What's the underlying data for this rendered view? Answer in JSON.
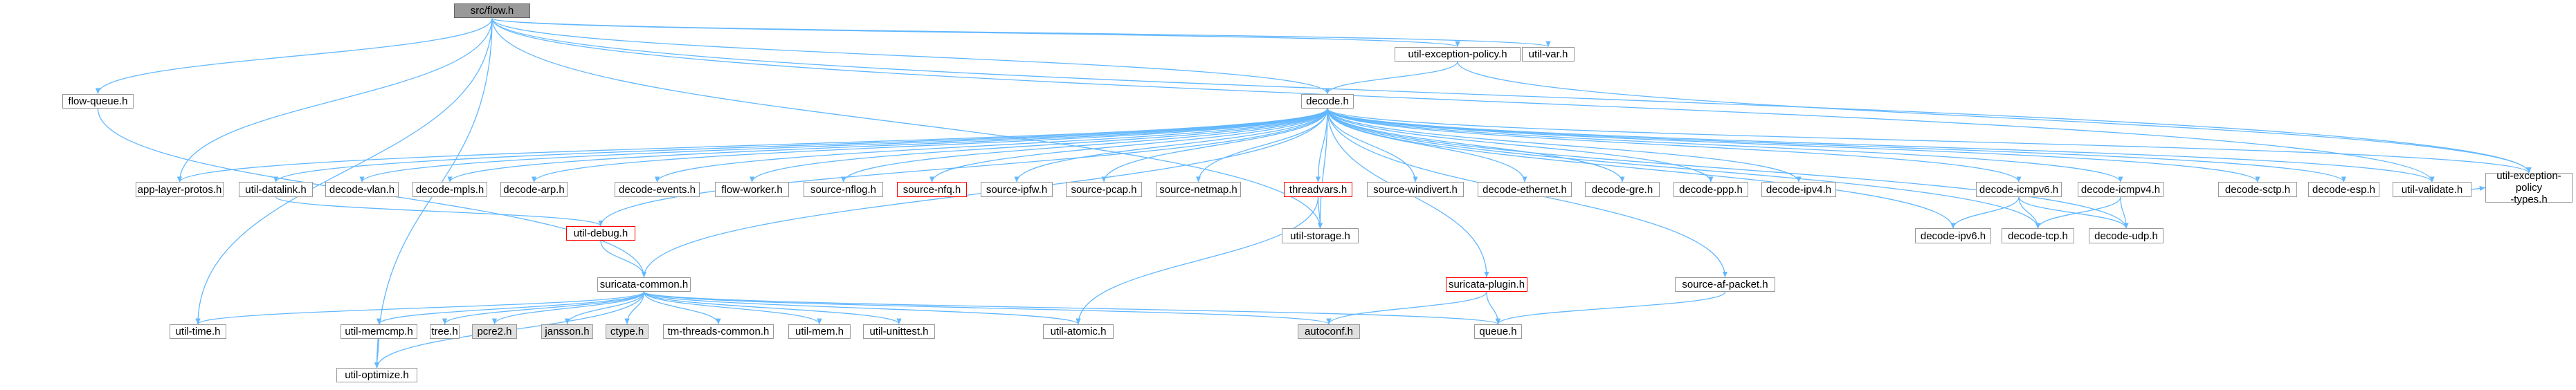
{
  "colors": {
    "edge": "#63b8ff",
    "node_border": "#999999",
    "external_fill": "#e0e0e0",
    "incomplete_border": "#ff0000",
    "focus_fill": "#999999"
  },
  "nodes": [
    {
      "id": "src_flow",
      "label": "src/flow.h",
      "kind": "focus"
    },
    {
      "id": "util_exception_policy",
      "label": "util-exception-policy.h",
      "kind": "normal"
    },
    {
      "id": "util_var",
      "label": "util-var.h",
      "kind": "normal"
    },
    {
      "id": "flow_queue",
      "label": "flow-queue.h",
      "kind": "normal"
    },
    {
      "id": "decode",
      "label": "decode.h",
      "kind": "normal"
    },
    {
      "id": "app_layer_protos",
      "label": "app-layer-protos.h",
      "kind": "normal"
    },
    {
      "id": "util_datalink",
      "label": "util-datalink.h",
      "kind": "normal"
    },
    {
      "id": "decode_vlan",
      "label": "decode-vlan.h",
      "kind": "normal"
    },
    {
      "id": "decode_mpls",
      "label": "decode-mpls.h",
      "kind": "normal"
    },
    {
      "id": "decode_arp",
      "label": "decode-arp.h",
      "kind": "normal"
    },
    {
      "id": "decode_events",
      "label": "decode-events.h",
      "kind": "normal"
    },
    {
      "id": "flow_worker",
      "label": "flow-worker.h",
      "kind": "normal"
    },
    {
      "id": "source_nflog",
      "label": "source-nflog.h",
      "kind": "normal"
    },
    {
      "id": "source_nfq",
      "label": "source-nfq.h",
      "kind": "incomplete"
    },
    {
      "id": "source_ipfw",
      "label": "source-ipfw.h",
      "kind": "normal"
    },
    {
      "id": "source_pcap",
      "label": "source-pcap.h",
      "kind": "normal"
    },
    {
      "id": "source_netmap",
      "label": "source-netmap.h",
      "kind": "normal"
    },
    {
      "id": "threadvars",
      "label": "threadvars.h",
      "kind": "incomplete"
    },
    {
      "id": "source_windivert",
      "label": "source-windivert.h",
      "kind": "normal"
    },
    {
      "id": "decode_ethernet",
      "label": "decode-ethernet.h",
      "kind": "normal"
    },
    {
      "id": "decode_gre",
      "label": "decode-gre.h",
      "kind": "normal"
    },
    {
      "id": "decode_ppp",
      "label": "decode-ppp.h",
      "kind": "normal"
    },
    {
      "id": "decode_ipv4",
      "label": "decode-ipv4.h",
      "kind": "normal"
    },
    {
      "id": "decode_icmpv6",
      "label": "decode-icmpv6.h",
      "kind": "normal"
    },
    {
      "id": "decode_icmpv4",
      "label": "decode-icmpv4.h",
      "kind": "normal"
    },
    {
      "id": "decode_sctp",
      "label": "decode-sctp.h",
      "kind": "normal"
    },
    {
      "id": "decode_esp",
      "label": "decode-esp.h",
      "kind": "normal"
    },
    {
      "id": "util_validate",
      "label": "util-validate.h",
      "kind": "normal"
    },
    {
      "id": "util_exception_policy_types",
      "label": "util-exception-policy\n-types.h",
      "kind": "normal"
    },
    {
      "id": "util_debug",
      "label": "util-debug.h",
      "kind": "incomplete"
    },
    {
      "id": "util_storage",
      "label": "util-storage.h",
      "kind": "normal"
    },
    {
      "id": "decode_ipv6",
      "label": "decode-ipv6.h",
      "kind": "normal"
    },
    {
      "id": "decode_tcp",
      "label": "decode-tcp.h",
      "kind": "normal"
    },
    {
      "id": "decode_udp",
      "label": "decode-udp.h",
      "kind": "normal"
    },
    {
      "id": "suricata_common",
      "label": "suricata-common.h",
      "kind": "normal"
    },
    {
      "id": "suricata_plugin",
      "label": "suricata-plugin.h",
      "kind": "incomplete"
    },
    {
      "id": "source_af_packet",
      "label": "source-af-packet.h",
      "kind": "normal"
    },
    {
      "id": "util_time",
      "label": "util-time.h",
      "kind": "normal"
    },
    {
      "id": "util_memcmp",
      "label": "util-memcmp.h",
      "kind": "normal"
    },
    {
      "id": "tree",
      "label": "tree.h",
      "kind": "normal"
    },
    {
      "id": "pcre2",
      "label": "pcre2.h",
      "kind": "external"
    },
    {
      "id": "jansson",
      "label": "jansson.h",
      "kind": "external"
    },
    {
      "id": "ctype",
      "label": "ctype.h",
      "kind": "external"
    },
    {
      "id": "tm_threads_common",
      "label": "tm-threads-common.h",
      "kind": "normal"
    },
    {
      "id": "util_mem",
      "label": "util-mem.h",
      "kind": "normal"
    },
    {
      "id": "util_unittest",
      "label": "util-unittest.h",
      "kind": "normal"
    },
    {
      "id": "util_atomic",
      "label": "util-atomic.h",
      "kind": "normal"
    },
    {
      "id": "autoconf",
      "label": "autoconf.h",
      "kind": "external"
    },
    {
      "id": "queue",
      "label": "queue.h",
      "kind": "normal"
    },
    {
      "id": "util_optimize",
      "label": "util-optimize.h",
      "kind": "normal"
    }
  ],
  "edges": [
    [
      "src_flow",
      "util_exception_policy"
    ],
    [
      "src_flow",
      "util_var"
    ],
    [
      "src_flow",
      "flow_queue"
    ],
    [
      "src_flow",
      "decode"
    ],
    [
      "src_flow",
      "app_layer_protos"
    ],
    [
      "src_flow",
      "util_storage"
    ],
    [
      "src_flow",
      "util_time"
    ],
    [
      "src_flow",
      "util_optimize"
    ],
    [
      "src_flow",
      "util_exception_policy_types"
    ],
    [
      "src_flow",
      "util_validate"
    ],
    [
      "util_exception_policy",
      "decode"
    ],
    [
      "util_exception_policy",
      "util_exception_policy_types"
    ],
    [
      "flow_queue",
      "suricata_common"
    ],
    [
      "decode",
      "app_layer_protos"
    ],
    [
      "decode",
      "util_datalink"
    ],
    [
      "decode",
      "decode_vlan"
    ],
    [
      "decode",
      "decode_mpls"
    ],
    [
      "decode",
      "decode_arp"
    ],
    [
      "decode",
      "decode_events"
    ],
    [
      "decode",
      "flow_worker"
    ],
    [
      "decode",
      "source_nflog"
    ],
    [
      "decode",
      "source_nfq"
    ],
    [
      "decode",
      "source_ipfw"
    ],
    [
      "decode",
      "source_pcap"
    ],
    [
      "decode",
      "source_netmap"
    ],
    [
      "decode",
      "threadvars"
    ],
    [
      "decode",
      "source_windivert"
    ],
    [
      "decode",
      "decode_ethernet"
    ],
    [
      "decode",
      "decode_gre"
    ],
    [
      "decode",
      "decode_ppp"
    ],
    [
      "decode",
      "decode_ipv4"
    ],
    [
      "decode",
      "decode_icmpv6"
    ],
    [
      "decode",
      "decode_icmpv4"
    ],
    [
      "decode",
      "decode_sctp"
    ],
    [
      "decode",
      "decode_esp"
    ],
    [
      "decode",
      "util_validate"
    ],
    [
      "decode",
      "util_exception_policy_types"
    ],
    [
      "decode",
      "util_debug"
    ],
    [
      "decode",
      "util_storage"
    ],
    [
      "decode",
      "decode_ipv6"
    ],
    [
      "decode",
      "decode_tcp"
    ],
    [
      "decode",
      "decode_udp"
    ],
    [
      "decode",
      "suricata_common"
    ],
    [
      "decode",
      "suricata_plugin"
    ],
    [
      "decode",
      "source_af_packet"
    ],
    [
      "util_datalink",
      "util_debug"
    ],
    [
      "threadvars",
      "util_storage"
    ],
    [
      "threadvars",
      "util_atomic"
    ],
    [
      "decode_icmpv6",
      "decode_ipv6"
    ],
    [
      "decode_icmpv6",
      "decode_tcp"
    ],
    [
      "decode_icmpv6",
      "decode_udp"
    ],
    [
      "decode_icmpv4",
      "decode_tcp"
    ],
    [
      "decode_icmpv4",
      "decode_udp"
    ],
    [
      "util_validate",
      "util_exception_policy_types"
    ],
    [
      "util_debug",
      "suricata_common"
    ],
    [
      "suricata_common",
      "util_time"
    ],
    [
      "suricata_common",
      "util_memcmp"
    ],
    [
      "suricata_common",
      "tree"
    ],
    [
      "suricata_common",
      "pcre2"
    ],
    [
      "suricata_common",
      "jansson"
    ],
    [
      "suricata_common",
      "ctype"
    ],
    [
      "suricata_common",
      "tm_threads_common"
    ],
    [
      "suricata_common",
      "util_mem"
    ],
    [
      "suricata_common",
      "util_unittest"
    ],
    [
      "suricata_common",
      "util_atomic"
    ],
    [
      "suricata_common",
      "autoconf"
    ],
    [
      "suricata_common",
      "queue"
    ],
    [
      "suricata_common",
      "util_optimize"
    ],
    [
      "util_memcmp",
      "util_optimize"
    ],
    [
      "suricata_plugin",
      "autoconf"
    ],
    [
      "suricata_plugin",
      "queue"
    ],
    [
      "source_af_packet",
      "queue"
    ]
  ]
}
